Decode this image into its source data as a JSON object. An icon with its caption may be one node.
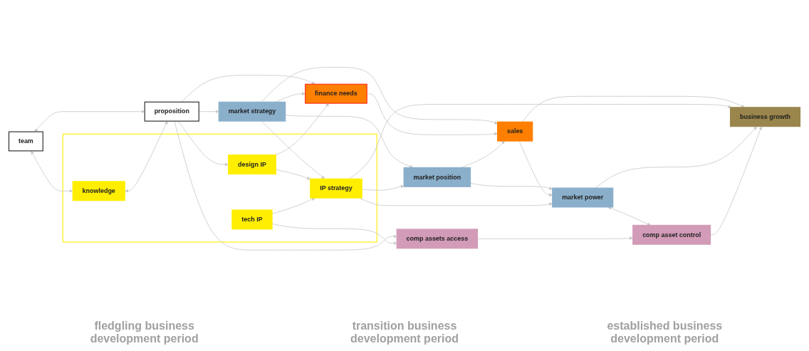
{
  "diagram": {
    "nodes": [
      {
        "text": [
          "team"
        ]
      },
      {
        "text": [
          "market strategy"
        ]
      },
      {
        "text": [
          "market position"
        ]
      },
      {
        "text": [
          "market power"
        ]
      },
      {
        "text": [
          "proposition"
        ]
      },
      {
        "text": [
          "finance needs"
        ]
      },
      {
        "text": [
          "sales"
        ]
      },
      {
        "text": [
          "business growth"
        ]
      },
      {
        "text": [],
        "shape": "box"
      },
      {
        "text": [
          "knowledge"
        ],
        "in": 8
      },
      {
        "text": [
          "design IP"
        ],
        "in": 8
      },
      {
        "text": [
          "IP strategy"
        ],
        "in": 8
      },
      {
        "text": [
          "tech IP"
        ],
        "in": 8
      },
      {
        "text": [
          "comp assets access"
        ]
      },
      {
        "text": [
          "comp asset control"
        ]
      }
    ],
    "edges": [
      {
        "from": 0,
        "to": 4,
        "arrow": "both"
      },
      {
        "from": 0,
        "to": 9,
        "arrow": "both"
      },
      {
        "from": 9,
        "to": 4,
        "arrow": "both"
      },
      {
        "from": 4,
        "to": 1,
        "arrow": "to"
      },
      {
        "from": 4,
        "to": 5,
        "arrow": "to"
      },
      {
        "from": 4,
        "to": 10,
        "arrow": "to"
      },
      {
        "from": 4,
        "to": 13,
        "arrow": "to"
      },
      {
        "from": 1,
        "to": 5,
        "arrow": "to"
      },
      {
        "from": 10,
        "to": 5,
        "arrow": "to"
      },
      {
        "from": 12,
        "to": 13,
        "arrow": "to"
      },
      {
        "from": 1,
        "to": 2,
        "arrow": "to"
      },
      {
        "from": 1,
        "to": 6,
        "arrow": "to"
      },
      {
        "from": 1,
        "to": 11,
        "arrow": "to"
      },
      {
        "from": 5,
        "to": 6,
        "arrow": "to"
      },
      {
        "from": 10,
        "to": 11,
        "arrow": "to"
      },
      {
        "from": 12,
        "to": 11,
        "arrow": "to"
      },
      {
        "from": 2,
        "to": 6,
        "arrow": "to"
      },
      {
        "from": 11,
        "to": 2,
        "arrow": "to"
      },
      {
        "from": 2,
        "to": 3,
        "arrow": "to"
      },
      {
        "from": 6,
        "to": 3,
        "arrow": "to"
      },
      {
        "from": 11,
        "to": 3,
        "arrow": "to"
      },
      {
        "from": 6,
        "to": 7,
        "arrow": "to"
      },
      {
        "from": 11,
        "to": 7,
        "arrow": "to"
      },
      {
        "from": 3,
        "to": 7,
        "arrow": "to"
      },
      {
        "from": 3,
        "to": 14,
        "arrow": "both"
      },
      {
        "from": 14,
        "to": 7,
        "arrow": "to"
      },
      {
        "from": 13,
        "to": 14,
        "arrow": "to"
      }
    ],
    "labels": [
      "fledgling business development period",
      "transition business development period",
      "established business development period"
    ]
  }
}
